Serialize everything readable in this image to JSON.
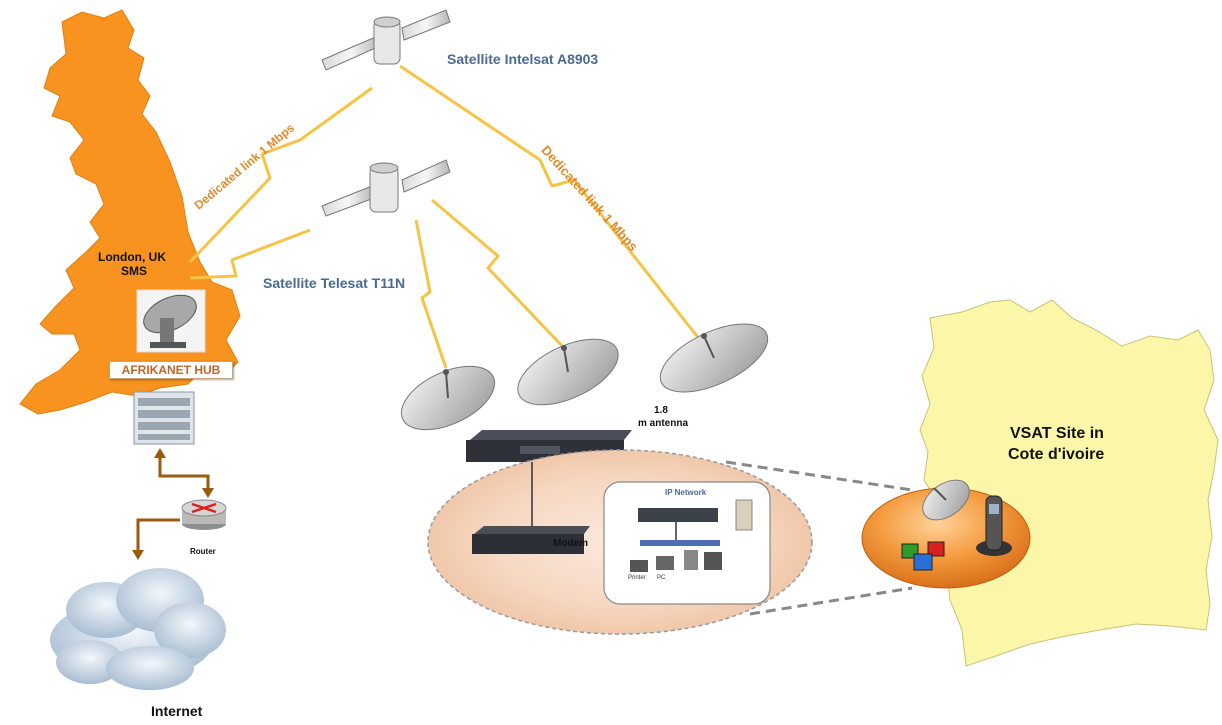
{
  "satellites": {
    "intelsat_label": "Satellite Intelsat A8903",
    "telesat_label": "Satellite Telesat T11N"
  },
  "links": {
    "uk_link_label": "Dedicated link 1 Mbps",
    "ci_link_label": "Dedicated link 1 Mbps"
  },
  "hub": {
    "location_line1": "London, UK",
    "location_line2": "SMS",
    "name": "AFRIKANET HUB",
    "router_label": "Router",
    "internet_label": "Internet"
  },
  "remote": {
    "antenna_size": "1.8",
    "antenna_label": "m antenna",
    "modem_label": "Modem",
    "ip_network_label": "IP Network",
    "printer_label": "Printer",
    "pc_label": "PC"
  },
  "site": {
    "title_line1": "VSAT Site in",
    "title_line2": "Cote d'ivoire"
  },
  "colors": {
    "uk_map": "#f7931e",
    "cote_divoire_map": "#fbf6a8",
    "beam": "#f6c445",
    "satellite_label": "#4a6a94",
    "link_label": "#e08a2c",
    "arrow": "#9a5a10"
  }
}
